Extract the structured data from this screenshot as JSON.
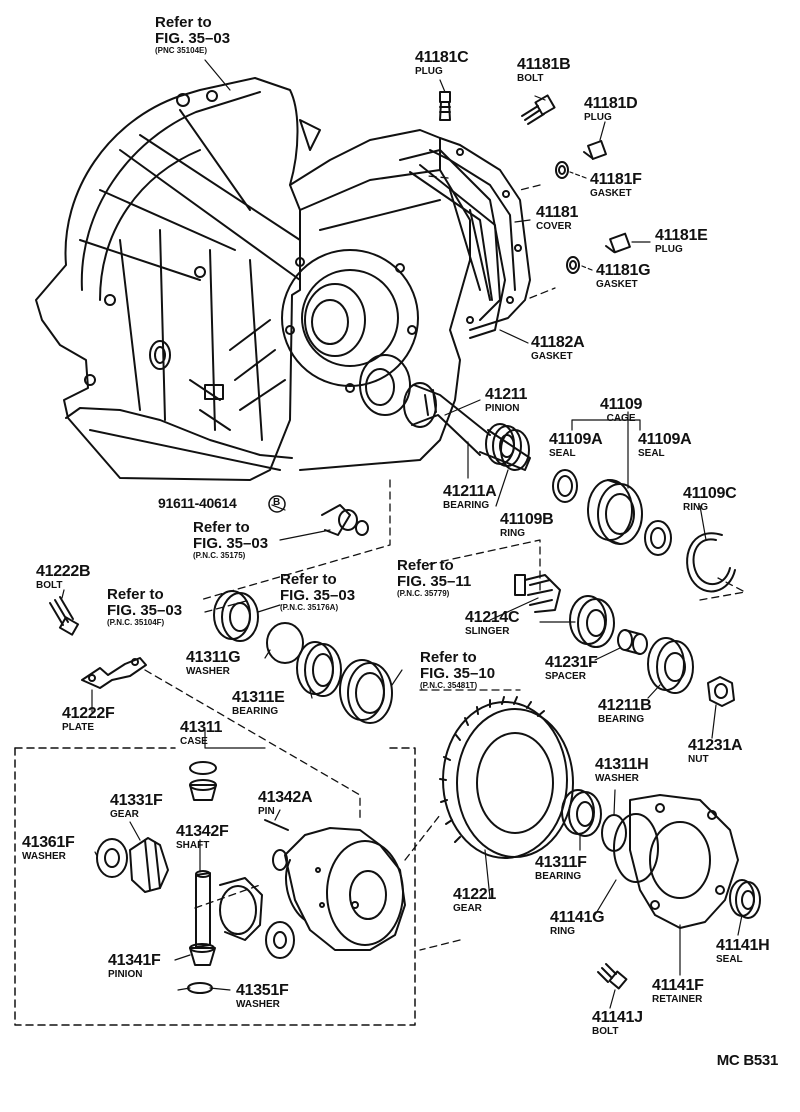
{
  "refs": {
    "r1": {
      "line1": "Refer to",
      "line2": "FIG. 35–03",
      "pnc": "(PNC 35104E)"
    },
    "r2": {
      "line1": "Refer to",
      "line2": "FIG. 35–03",
      "pnc": "(P.N.C. 35175)"
    },
    "r3": {
      "line1": "Refer to",
      "line2": "FIG. 35–03",
      "pnc": "(P.N.C. 35176A)"
    },
    "r4": {
      "line1": "Refer to",
      "line2": "FIG. 35–03",
      "pnc": "(P.N.C. 35104F)"
    },
    "r5": {
      "line1": "Refer to",
      "line2": "FIG. 35–11",
      "pnc": "(P.N.C. 35779)"
    },
    "r6": {
      "line1": "Refer to",
      "line2": "FIG. 35–10",
      "pnc": "(P.N.C. 35481T)"
    }
  },
  "parts": {
    "p41181C": {
      "num": "41181C",
      "name": "PLUG"
    },
    "p41181B": {
      "num": "41181B",
      "name": "BOLT"
    },
    "p41181D": {
      "num": "41181D",
      "name": "PLUG"
    },
    "p41181F": {
      "num": "41181F",
      "name": "GASKET"
    },
    "p41181": {
      "num": "41181",
      "name": "COVER"
    },
    "p41181E": {
      "num": "41181E",
      "name": "PLUG"
    },
    "p41181G": {
      "num": "41181G",
      "name": "GASKET"
    },
    "p41182A": {
      "num": "41182A",
      "name": "GASKET"
    },
    "p41211": {
      "num": "41211",
      "name": "PINION"
    },
    "p41109": {
      "num": "41109",
      "name": "CAGE"
    },
    "p41109A1": {
      "num": "41109A",
      "name": "SEAL"
    },
    "p41109A2": {
      "num": "41109A",
      "name": "SEAL"
    },
    "p41211A": {
      "num": "41211A",
      "name": "BEARING"
    },
    "p41109B": {
      "num": "41109B",
      "name": "RING"
    },
    "p41109C": {
      "num": "41109C",
      "name": "RING"
    },
    "p91611": {
      "num": "91611-40614",
      "name": "B"
    },
    "p41222B": {
      "num": "41222B",
      "name": "BOLT"
    },
    "p41214C": {
      "num": "41214C",
      "name": "SLINGER"
    },
    "p41311G": {
      "num": "41311G",
      "name": "WASHER"
    },
    "p41231F": {
      "num": "41231F",
      "name": "SPACER"
    },
    "p41311E": {
      "num": "41311E",
      "name": "BEARING"
    },
    "p41211B": {
      "num": "41211B",
      "name": "BEARING"
    },
    "p41222F": {
      "num": "41222F",
      "name": "PLATE"
    },
    "p41231A": {
      "num": "41231A",
      "name": "NUT"
    },
    "p41311": {
      "num": "41311",
      "name": "CASE"
    },
    "p41311H": {
      "num": "41311H",
      "name": "WASHER"
    },
    "p41331F": {
      "num": "41331F",
      "name": "GEAR"
    },
    "p41342A": {
      "num": "41342A",
      "name": "PIN"
    },
    "p41342F": {
      "num": "41342F",
      "name": "SHAFT"
    },
    "p41361F": {
      "num": "41361F",
      "name": "WASHER"
    },
    "p41311F": {
      "num": "41311F",
      "name": "BEARING"
    },
    "p41221": {
      "num": "41221",
      "name": "GEAR"
    },
    "p41141G": {
      "num": "41141G",
      "name": "RING"
    },
    "p41141H": {
      "num": "41141H",
      "name": "SEAL"
    },
    "p41341F": {
      "num": "41341F",
      "name": "PINION"
    },
    "p41141F": {
      "num": "41141F",
      "name": "RETAINER"
    },
    "p41351F": {
      "num": "41351F",
      "name": "WASHER"
    },
    "p41141J": {
      "num": "41141J",
      "name": "BOLT"
    }
  },
  "diagram_code": "MC B531"
}
